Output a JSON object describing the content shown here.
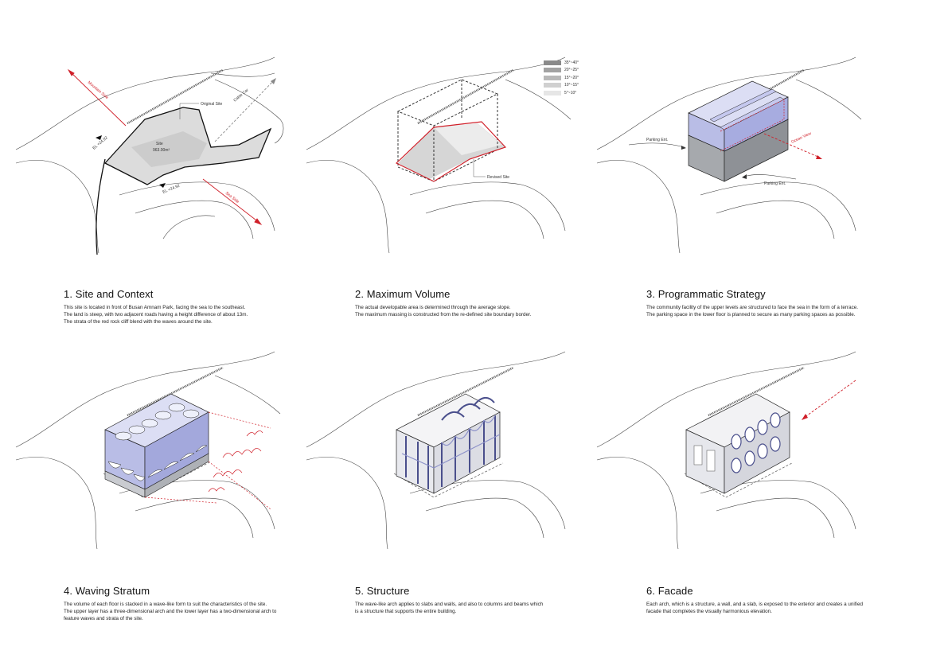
{
  "panels": [
    {
      "title": "1. Site and Context",
      "desc": [
        "This site is located in front of Busan Amnam Park, facing the sea to the southeast.",
        "The land is steep, with two adjacent roads having a height difference of about 13m.",
        "The strata of the red rock cliff blend with the waves around the site."
      ],
      "labels": {
        "mountain": "Mountain Side",
        "sea": "Sea Side",
        "cable": "Cable Car",
        "original": "Original Site",
        "site": "Site",
        "area": "963.00m²",
        "el_top": "EL +24.92",
        "el_bottom": "EL +24.92"
      }
    },
    {
      "title": "2. Maximum Volume",
      "desc": [
        "The actual developable area is determined through the average slope.",
        "The maximum massing is constructed from the re-defined site boundary border."
      ],
      "labels": {
        "revised": "Revised Site"
      }
    },
    {
      "title": "3. Programmatic Strategy",
      "desc": [
        "The community facility of the upper levels are structured to face the sea in the form of a terrace.",
        "The parking space in the lower floor is planned to secure as many parking spaces as possible."
      ],
      "labels": {
        "parking1": "Parking Ent.",
        "parking2": "Parking Ent.",
        "ocean": "Ocean View"
      }
    },
    {
      "title": "4. Waving Stratum",
      "desc": [
        "The volume of each floor is stacked in a wave-like form to suit the characteristics of the site.",
        "The upper layer has a three-dimensional arch and the lower layer has a two-dimensional arch to",
        "feature waves and strata of the site."
      ]
    },
    {
      "title": "5. Structure",
      "desc": [
        "The wave-like arch   applies to slabs and walls, and also to columns and beams which",
        "is a structure that supports the entire building."
      ]
    },
    {
      "title": "6. Facade",
      "desc": [
        "Each arch, which is a structure, a wall, and a slab, is exposed to the exterior and creates a unified",
        "facade that completes the visually harmonious elevation."
      ]
    }
  ],
  "slope_legend": [
    {
      "label": "35°~40°",
      "color": "#8a8a8a"
    },
    {
      "label": "20°~25°",
      "color": "#a2a2a2"
    },
    {
      "label": "15°~20°",
      "color": "#b8b8b8"
    },
    {
      "label": "10°~15°",
      "color": "#d0d0d0"
    },
    {
      "label": "5°~10°",
      "color": "#e6e6e6"
    }
  ],
  "colors": {
    "accent_red": "#d0202a",
    "volume_blue": "#b9bde6",
    "mass_grey": "#a9acb0"
  }
}
